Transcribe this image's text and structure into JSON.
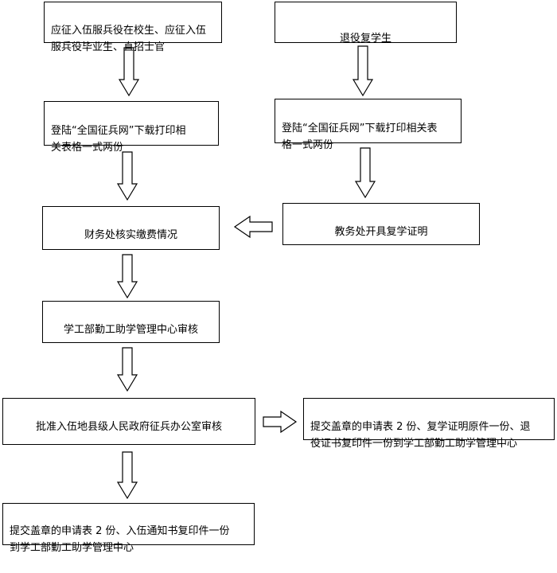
{
  "flow": {
    "box_enlist_students": "应征入伍服兵役在校生、应征入伍\n服兵役毕业生、直招士官",
    "box_discharged": "退役复学生",
    "box_download_left": "登陆“全国征兵网”下载打印相\n关表格一式两份",
    "box_download_right": "登陆“全国征兵网”下载打印相关表\n格一式两份",
    "box_academic_office": "教务处开具复学证明",
    "box_finance": "财务处核实缴费情况",
    "box_student_affairs": "学工部勤工助学管理中心审核",
    "box_county_office": "批准入伍地县级人民政府征兵办公室审核",
    "box_submit_discharged": "提交盖章的申请表 2 份、复学证明原件一份、退\n役证书复印件一份到学工部勤工助学管理中心",
    "box_submit_enlisted": "提交盖章的申请表 2 份、入伍通知书复印件一份\n到学工部勤工助学管理中心"
  }
}
